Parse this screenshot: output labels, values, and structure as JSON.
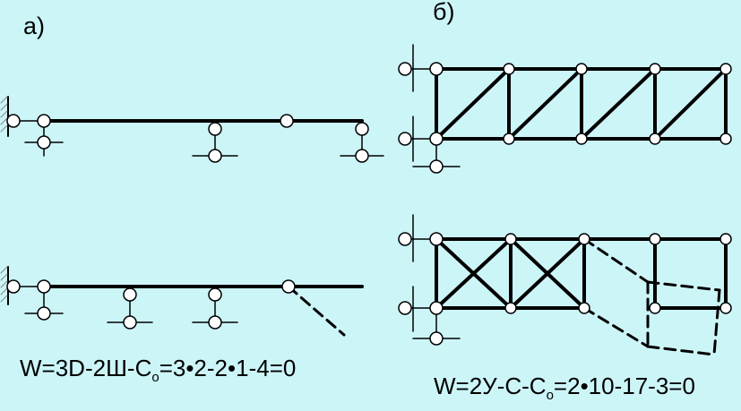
{
  "labels": {
    "part_a": "а)",
    "part_b": "б)"
  },
  "formulas": {
    "a": {
      "pre": "W=3D-2Ш-С",
      "sub": "о",
      "post": "=3•2-2•1-4=0"
    },
    "b": {
      "pre": "W=2У-С-С",
      "sub": "о",
      "post": "=2•10-17-3=0"
    }
  },
  "colors": {
    "background": "#ccf5f8",
    "line": "#000000",
    "hinge_fill": "#ffffff",
    "wall_hatch": "#888888"
  }
}
